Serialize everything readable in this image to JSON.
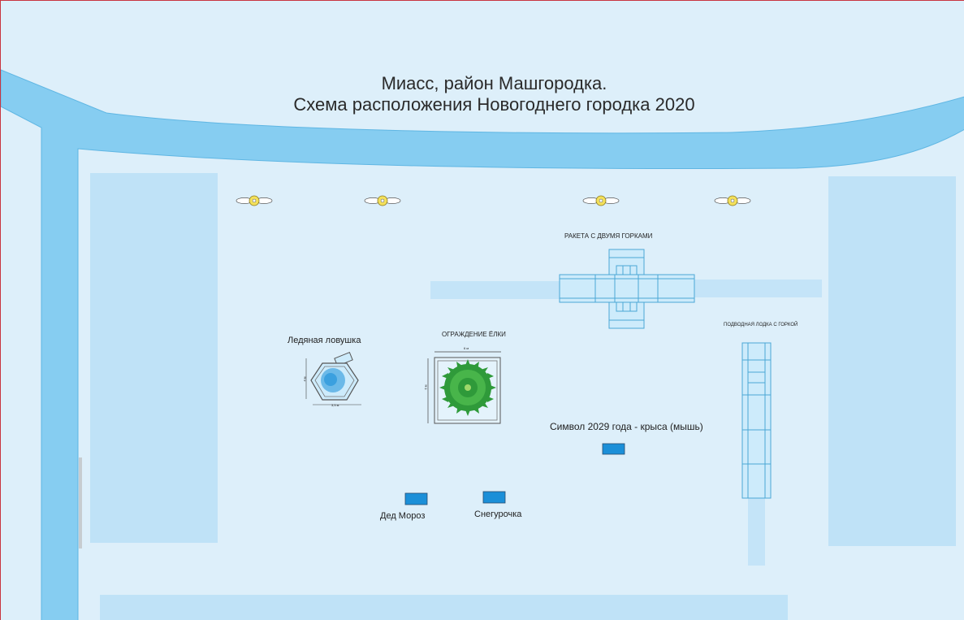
{
  "title": {
    "line1": "Миасс, район Машгородка.",
    "line2": "Схема расположения Новогоднего городка 2020"
  },
  "labels": {
    "rocket": "РАКЕТА С ДВУМЯ ГОРКАМИ",
    "submarine": "ПОДВОДНАЯ ЛОДКА С ГОРКОЙ",
    "tree_fence": "ОГРАЖДЕНИЕ ЁЛКИ",
    "ice_trap": "Ледяная ловушка",
    "symbol": "Символ 2029 года - крыса (мышь)",
    "ded_moroz": "Дед Мороз",
    "snegurochka": "Снегурочка"
  },
  "dimensions": {
    "tree_width": "6 м",
    "tree_height": "6 м",
    "trap_width": "3,5 м",
    "trap_height": "4 м"
  },
  "colors": {
    "background": "#ddeffa",
    "road": "#86cdf1",
    "road_edge": "#5fb6e3",
    "block": "#bfe2f7",
    "path": "#c4e4f8",
    "ice": "#cdebfb",
    "ice_edge": "#4aa7d6",
    "figure": "#1b8fd8",
    "tree": "#2f9a3a",
    "lamp": "#f3e05a",
    "frame": "#c9353f"
  }
}
